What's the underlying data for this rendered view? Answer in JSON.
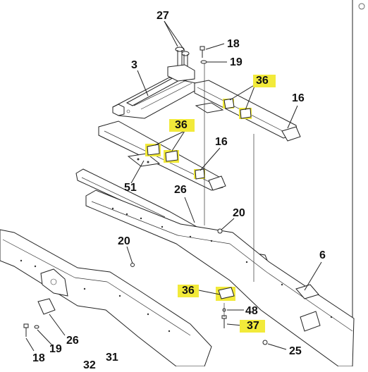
{
  "callouts": {
    "c27": "27",
    "c18_top": "18",
    "c19_top": "19",
    "c3": "3",
    "c36_a": "36",
    "c16_a": "16",
    "c36_b": "36",
    "c16_b": "16",
    "c51": "51",
    "c26_top": "26",
    "c20_a": "20",
    "c20_b": "20",
    "c6": "6",
    "c36_c": "36",
    "c48": "48",
    "c37": "37",
    "c26_bot": "26",
    "c18_bot": "18",
    "c19_bot": "19",
    "c25": "25",
    "c31": "31",
    "c32": "32"
  },
  "colors": {
    "highlight": "#f2ea3a",
    "line": "#222222",
    "background": "#ffffff"
  }
}
